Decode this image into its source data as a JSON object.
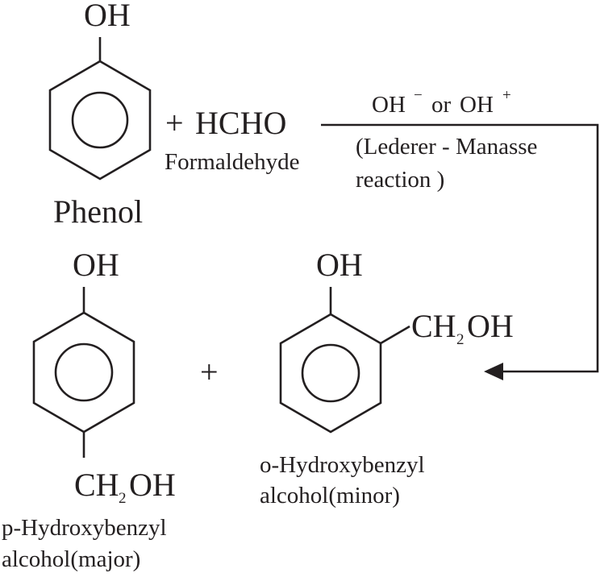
{
  "reactant": {
    "phenol_oh": "OH",
    "phenol_label": "Phenol",
    "plus": "+",
    "reagent": "HCHO",
    "reagent_label": "Formaldehyde"
  },
  "conditions": {
    "oh_minus": "OH",
    "minus_sign": "−",
    "or_text": "or",
    "oh_plus": "OH",
    "plus_sign": "+",
    "reaction_name_line1": "(Lederer - Manasse",
    "reaction_name_line2": "reaction )"
  },
  "products": {
    "para": {
      "oh": "OH",
      "ch": "CH",
      "sub2": "2",
      "oh2": "OH",
      "name_line1": "p-Hydroxybenzyl",
      "name_line2": "alcohol(major)"
    },
    "plus": "+",
    "ortho": {
      "oh": "OH",
      "ch": "CH",
      "sub2": "2",
      "oh2": "OH",
      "name_line1": "o-Hydroxybenzyl",
      "name_line2": "alcohol(minor)"
    }
  },
  "colors": {
    "ink": "#231f20"
  }
}
